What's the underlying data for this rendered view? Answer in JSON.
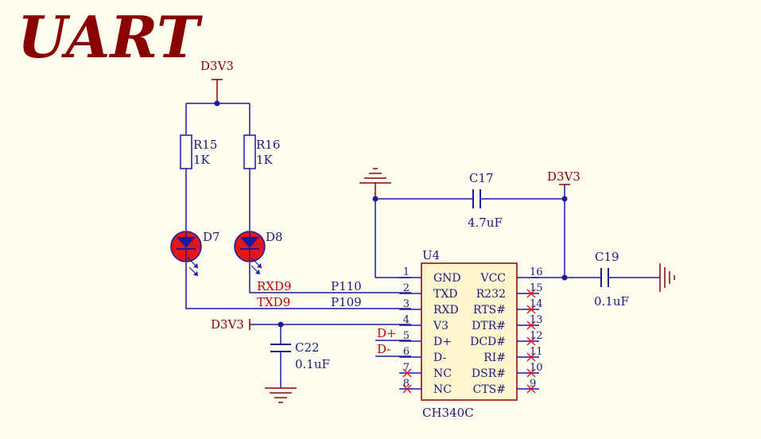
{
  "title": "UART",
  "colors": {
    "background": "#fffdf0",
    "wire": "#1a1aa0",
    "power": "#8b0000",
    "net_label": "#c00000",
    "led_fill": "#e01818",
    "ic_fill": "#fff6d0",
    "ic_border": "#8b0000",
    "no_connect": "#e01818",
    "text": "#1a1a7a"
  },
  "power": {
    "top_left": "D3V3",
    "top_right": "D3V3",
    "left": "D3V3"
  },
  "resistors": [
    {
      "ref": "R15",
      "value": "1K"
    },
    {
      "ref": "R16",
      "value": "1K"
    }
  ],
  "leds": [
    {
      "ref": "D7"
    },
    {
      "ref": "D8"
    }
  ],
  "capacitors": [
    {
      "ref": "C17",
      "value": "4.7uF"
    },
    {
      "ref": "C19",
      "value": "0.1uF"
    },
    {
      "ref": "C22",
      "value": "0.1uF"
    }
  ],
  "nets": {
    "rxd": "RXD9",
    "txd": "TXD9",
    "p110": "P110",
    "p109": "P109",
    "dplus": "D+",
    "dminus": "D-"
  },
  "ic": {
    "ref": "U4",
    "part": "CH340C",
    "left_pins": [
      {
        "num": "1",
        "name": "GND"
      },
      {
        "num": "2",
        "name": "TXD"
      },
      {
        "num": "3",
        "name": "RXD"
      },
      {
        "num": "4",
        "name": "V3"
      },
      {
        "num": "5",
        "name": "D+"
      },
      {
        "num": "6",
        "name": "D-"
      },
      {
        "num": "7",
        "name": "NC"
      },
      {
        "num": "8",
        "name": "NC"
      }
    ],
    "right_pins": [
      {
        "num": "16",
        "name": "VCC"
      },
      {
        "num": "15",
        "name": "R232"
      },
      {
        "num": "14",
        "name": "RTS#"
      },
      {
        "num": "13",
        "name": "DTR#"
      },
      {
        "num": "12",
        "name": "DCD#"
      },
      {
        "num": "11",
        "name": "RI#"
      },
      {
        "num": "10",
        "name": "DSR#"
      },
      {
        "num": "9",
        "name": "CTS#"
      }
    ]
  }
}
